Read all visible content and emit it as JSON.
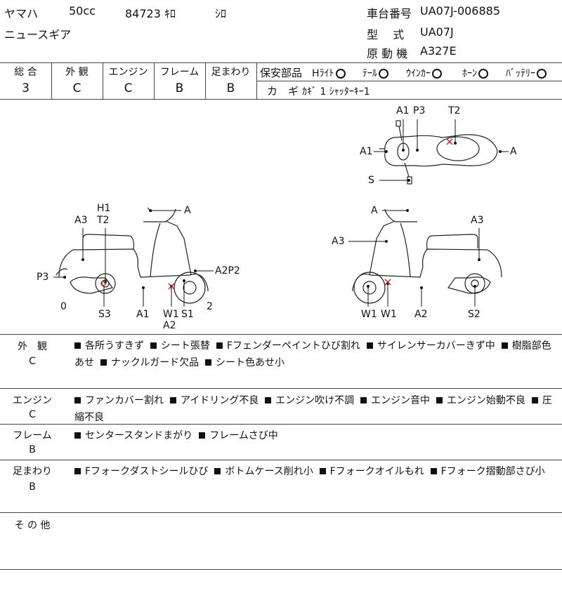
{
  "header": {
    "maker": "ヤマハ",
    "cc": "50cc",
    "mileage": "84723 ｷﾛ",
    "color": "ｼﾛ",
    "model_name": "ニュースギア",
    "frame_no_label": "車台番号",
    "frame_no": "UA07J-006885",
    "type_label": "型　 式",
    "type": "UA07J",
    "engine_label": "原 動 機",
    "engine": "A327E"
  },
  "grades": {
    "headers": [
      "総 合",
      "外 観",
      "エンジン",
      "フレーム",
      "足まわり"
    ],
    "values": [
      "3",
      "C",
      "C",
      "B",
      "B"
    ]
  },
  "parts": {
    "label": "保安部品",
    "items": [
      {
        "name": "Hﾗｲﾄ",
        "status": "O"
      },
      {
        "name": "ﾃｰﾙ",
        "status": "O"
      },
      {
        "name": "ｳｲﾝｶｰ",
        "status": "O"
      },
      {
        "name": "ﾎｰﾝ",
        "status": "O"
      },
      {
        "name": "ﾊﾞｯﾃﾘｰ",
        "status": "O"
      }
    ],
    "key_label": "カ　ギ",
    "key_value": "ｶｷﾞ 1 ｼｬｯﾀｰｷｰ1"
  },
  "diagram": {
    "top": [
      "A1",
      "P3",
      "T2",
      "A1",
      "A",
      "S"
    ],
    "left": [
      "H1",
      "T2",
      "A",
      "A3",
      "A2P2",
      "P3",
      "0",
      "2",
      "S3",
      "A1",
      "W1",
      "A2",
      "S1"
    ],
    "right": [
      "A",
      "A3",
      "A3",
      "W1",
      "W1",
      "A2",
      "S2"
    ]
  },
  "sections": [
    {
      "name": "外　観",
      "grade": "C",
      "items": [
        "各所うすきず",
        "シート張替",
        "Fフェンダーペイントひび割れ",
        "サイレンサーカバーきず中",
        "樹脂部色あせ",
        "ナックルガード欠品",
        "シート色あせ小"
      ]
    },
    {
      "name": "エンジン",
      "grade": "C",
      "items": [
        "ファンカバー割れ",
        "アイドリング不良",
        "エンジン吹け不調",
        "エンジン音中",
        "エンジン始動不良",
        "圧縮不良"
      ]
    },
    {
      "name": "フレーム",
      "grade": "B",
      "items": [
        "センタースタンドまがり",
        "フレームさび中"
      ]
    },
    {
      "name": "足まわり",
      "grade": "B",
      "items": [
        "Fフォークダストシールひび",
        "ボトムケース削れ小",
        "Fフォークオイルもれ",
        "Fフォーク摺動部さび小"
      ]
    },
    {
      "name": "そ の 他",
      "grade": "",
      "items": []
    }
  ]
}
